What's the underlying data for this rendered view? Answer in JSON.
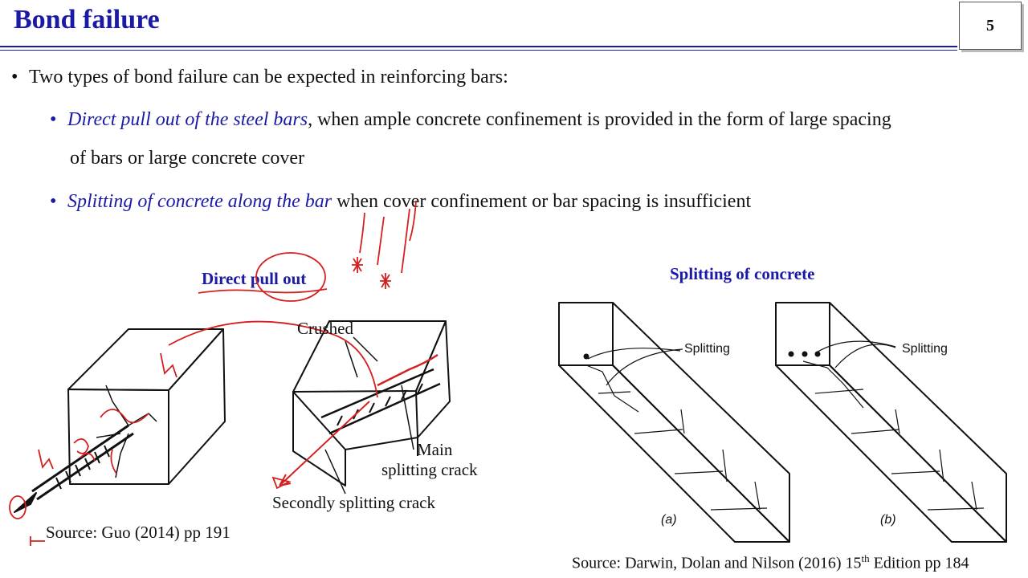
{
  "header": {
    "title": "Bond failure",
    "page_number": "5"
  },
  "bullets": {
    "intro": "Two types of bond failure can be expected in reinforcing bars:",
    "item1_em": "Direct pull out of the steel bars",
    "item1_rest": ", when ample concrete confinement is provided in the form of large spacing",
    "item1_line2": "of bars or large concrete cover",
    "item2_em": "Splitting of concrete along the bar",
    "item2_rest": " when cover confinement or bar spacing is insufficient",
    "bullet_char": "•"
  },
  "left_figure": {
    "title": "Direct pull out",
    "label_crushed": "Crushed",
    "label_main1": "Main",
    "label_main2": "splitting crack",
    "label_secondly": "Secondly splitting crack",
    "source": "Source: Guo (2014) pp 191"
  },
  "right_figure": {
    "title": "Splitting of concrete",
    "label_splitting_a": "Splitting",
    "label_splitting_b": "Splitting",
    "panel_a": "(a)",
    "panel_b": "(b)",
    "source_prefix": "Source: Darwin, Dolan and Nilson (2016) 15",
    "source_sup": "th",
    "source_suffix": " Edition pp 184"
  },
  "colors": {
    "accent": "#1a1aa6",
    "annotation": "#d42020"
  }
}
